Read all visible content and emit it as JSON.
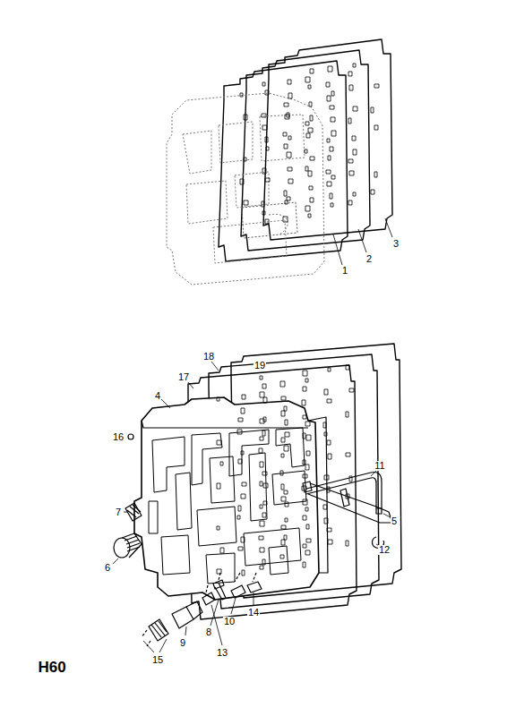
{
  "diagram": {
    "labels": [
      "1",
      "2",
      "3",
      "4",
      "5",
      "6",
      "7",
      "8",
      "9",
      "10",
      "11",
      "12",
      "13",
      "14",
      "15",
      "16",
      "17",
      "18",
      "19",
      "H60"
    ]
  }
}
